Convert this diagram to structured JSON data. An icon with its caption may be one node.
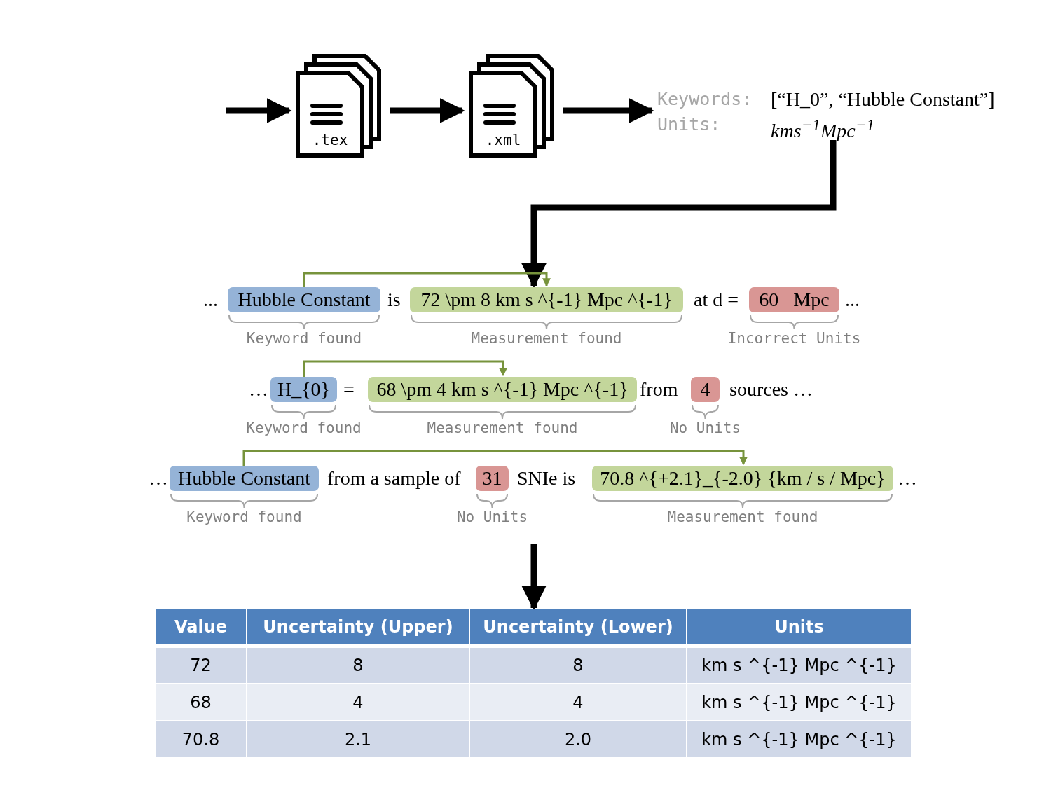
{
  "diagram": {
    "nodes": [
      {
        "text": [
          ".tex"
        ]
      },
      {
        "text": [
          ".xml"
        ]
      },
      {
        "text": [
          "Keywords:",
          "[“H_0”, “Hubble Constant”]",
          "Units:",
          "kms$^{−1}$Mpc$^{−1}$"
        ]
      },
      {
        "text": [
          "Hubble Constant"
        ],
        "beside": [
          "Keyword found"
        ]
      },
      {
        "text": [
          "72 \\pm 8 km s ^{-1} Mpc ^{-1}"
        ],
        "beside": [
          "Measurement found"
        ]
      },
      {
        "text": [
          "60   Mpc"
        ],
        "beside": [
          "Incorrect Units"
        ]
      },
      {
        "text": [
          "H_{0}"
        ],
        "beside": [
          "Keyword found"
        ]
      },
      {
        "text": [
          "68 \\pm 4 km s ^{-1} Mpc ^{-1}"
        ],
        "beside": [
          "Measurement found"
        ]
      },
      {
        "text": [
          "4"
        ],
        "beside": [
          "No Units"
        ]
      },
      {
        "text": [
          "Hubble Constant"
        ],
        "beside": [
          "Keyword found"
        ]
      },
      {
        "text": [
          "31"
        ],
        "beside": [
          "No Units"
        ]
      },
      {
        "text": [
          "70.8 ^{+2.1}_{-2.0} {km / s / Mpc}"
        ],
        "beside": [
          "Measurement found"
        ]
      },
      {
        "text": [],
        "shape": "table"
      }
    ],
    "edges": [
      {
        "from": null,
        "to": 0,
        "arrow": "to"
      },
      {
        "from": 0,
        "to": 1,
        "arrow": "to"
      },
      {
        "from": 1,
        "to": 2,
        "arrow": "to"
      },
      {
        "from": 2,
        "to": 4,
        "arrow": "to"
      },
      {
        "from": 3,
        "to": 4,
        "arrow": "to",
        "color": "#77933c"
      },
      {
        "from": 6,
        "to": 7,
        "arrow": "to",
        "color": "#77933c"
      },
      {
        "from": 9,
        "to": 11,
        "arrow": "to",
        "color": "#77933c"
      },
      {
        "from": null,
        "to": 12,
        "arrow": "to"
      }
    ],
    "labels": [
      "...",
      "is",
      "at d =",
      "...",
      "…",
      "=",
      "from",
      "sources …",
      "…",
      "from a sample of",
      "SNIe is",
      "…",
      "Value",
      "Uncertainty (Upper)",
      "Uncertainty (Lower)",
      "Units",
      "72",
      "8",
      "8",
      "km s ^{-1} Mpc ^{-1}",
      "68",
      "4",
      "4",
      "km s ^{-1} Mpc ^{-1}",
      "70.8",
      "2.1",
      "2.0",
      "km s ^{-1} Mpc ^{-1}"
    ]
  }
}
